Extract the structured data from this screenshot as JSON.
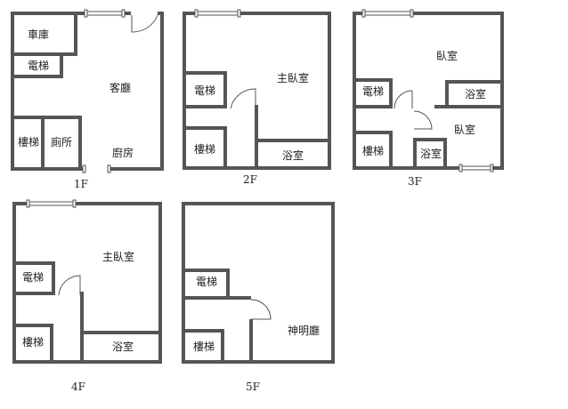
{
  "floors": [
    {
      "label": "1F",
      "rooms": [
        {
          "key": "garage",
          "text": "車庫"
        },
        {
          "key": "elevator",
          "text": "電梯"
        },
        {
          "key": "living-room",
          "text": "客廳"
        },
        {
          "key": "stairs",
          "text": "樓梯"
        },
        {
          "key": "toilet",
          "text": "廁所"
        },
        {
          "key": "kitchen",
          "text": "廚房"
        }
      ]
    },
    {
      "label": "2F",
      "rooms": [
        {
          "key": "elevator",
          "text": "電梯"
        },
        {
          "key": "master-bedroom",
          "text": "主臥室"
        },
        {
          "key": "stairs",
          "text": "樓梯"
        },
        {
          "key": "bathroom",
          "text": "浴室"
        }
      ]
    },
    {
      "label": "3F",
      "rooms": [
        {
          "key": "bedroom-upper",
          "text": "臥室"
        },
        {
          "key": "elevator",
          "text": "電梯"
        },
        {
          "key": "bathroom-upper",
          "text": "浴室"
        },
        {
          "key": "bedroom-lower",
          "text": "臥室"
        },
        {
          "key": "stairs",
          "text": "樓梯"
        },
        {
          "key": "bathroom-lower",
          "text": "浴室"
        }
      ]
    },
    {
      "label": "4F",
      "rooms": [
        {
          "key": "elevator",
          "text": "電梯"
        },
        {
          "key": "master-bedroom",
          "text": "主臥室"
        },
        {
          "key": "stairs",
          "text": "樓梯"
        },
        {
          "key": "bathroom",
          "text": "浴室"
        }
      ]
    },
    {
      "label": "5F",
      "rooms": [
        {
          "key": "elevator",
          "text": "電梯"
        },
        {
          "key": "shrine-hall",
          "text": "神明廳"
        },
        {
          "key": "stairs",
          "text": "樓梯"
        }
      ]
    }
  ]
}
